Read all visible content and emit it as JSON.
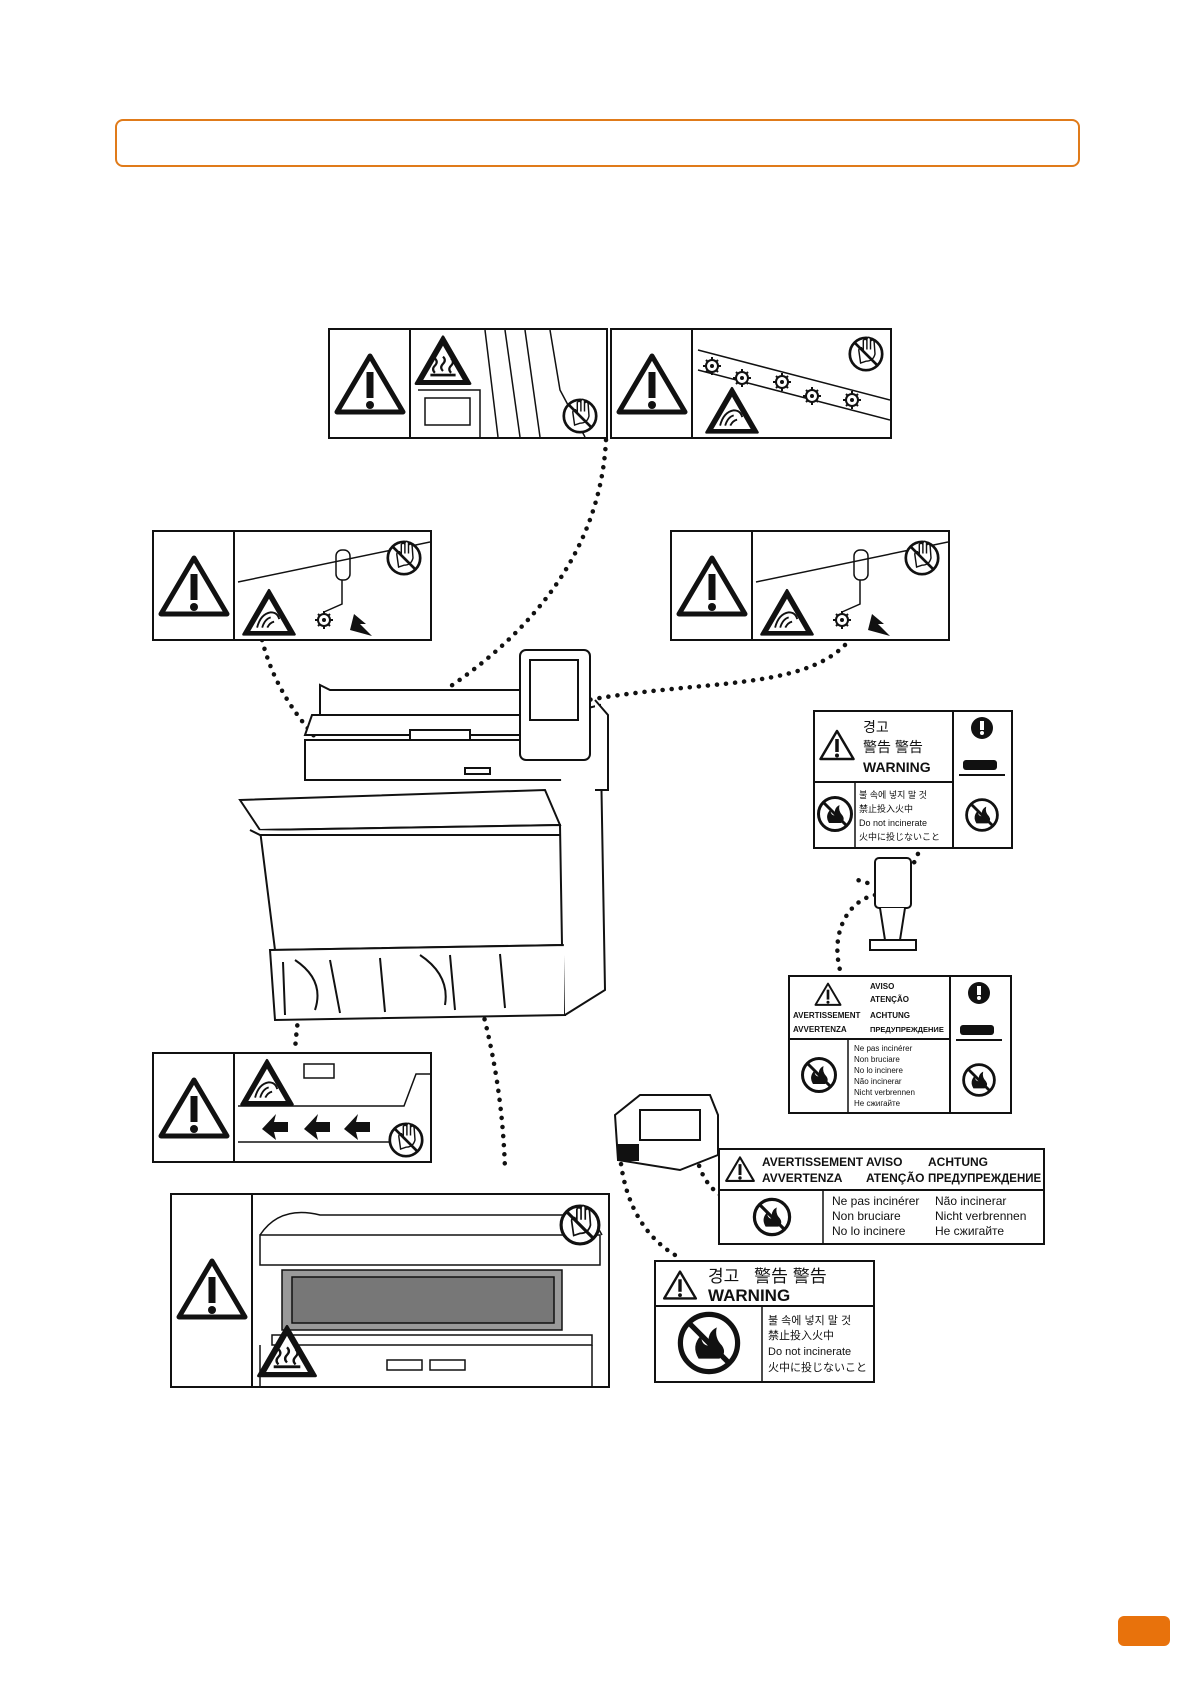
{
  "warning_label_1": {
    "heading_ko": "경고",
    "heading_cjk": "警告  警告",
    "heading_en": "WARNING",
    "lines": [
      "불 속에 넣지 말 것",
      "禁止投入火中",
      "Do not incinerate",
      "火中に投じないこと"
    ]
  },
  "warning_label_2": {
    "headings": [
      "AVISO",
      "ATENÇÃO",
      "AVERTISSEMENT",
      "ACHTUNG",
      "AVVERTENZA",
      "ПРЕДУПРЕЖДЕНИЕ"
    ],
    "lines": [
      "Ne pas incinérer",
      "Non bruciare",
      "No lo incinere",
      "Não incinerar",
      "Nicht verbrennen",
      "Не сжигайте"
    ]
  },
  "warning_label_3": {
    "headings_row1": [
      "AVERTISSEMENT",
      "AVISO",
      "ACHTUNG"
    ],
    "headings_row2": [
      "AVVERTENZA",
      "ATENÇÃO",
      "ПРЕДУПРЕЖДЕНИЕ"
    ],
    "col1": [
      "Ne pas incinérer",
      "Non bruciare",
      "No lo incinere"
    ],
    "col2": [
      "Não incinerar",
      "Nicht verbrennen",
      "Не сжигайте"
    ]
  },
  "warning_label_4": {
    "heading_ko": "경고",
    "heading_cjk": "警告  警告",
    "heading_en": "WARNING",
    "lines": [
      "불 속에 넣지 말 것",
      "禁止投入火中",
      "Do not incinerate",
      "火中に投じないこと"
    ]
  },
  "colors": {
    "accent": "#e8720c",
    "header_border": "#e07b1a"
  }
}
